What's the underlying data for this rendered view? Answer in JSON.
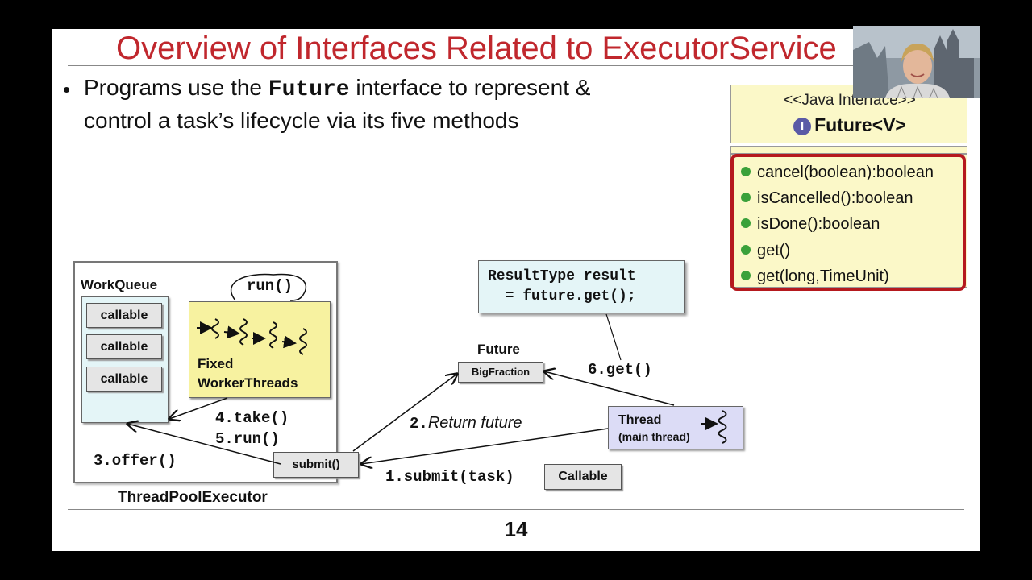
{
  "slide": {
    "title": "Overview of Interfaces Related to ExecutorService",
    "bullet_line1_pre": "Programs use the ",
    "bullet_line1_code": "Future",
    "bullet_line1_post": " interface to represent &",
    "bullet_line2": "control a task’s lifecycle via its five methods",
    "page_number": "14"
  },
  "uml": {
    "stereotype": "<<Java Interface>>",
    "icon_letter": "I",
    "name": "Future<V>",
    "methods": [
      "cancel(boolean):boolean",
      "isCancelled():boolean",
      "isDone():boolean",
      "get()",
      "get(long,TimeUnit)"
    ]
  },
  "diagram": {
    "work_queue_label": "WorkQueue",
    "callables": [
      "callable",
      "callable",
      "callable"
    ],
    "run_label": "run()",
    "fixed_line1": "Fixed",
    "fixed_line2": "WorkerThreads",
    "take_label": "4.take()",
    "run_step_label": "5.run()",
    "offer_label": "3.offer()",
    "submit_box": "submit()",
    "executor_label": "ThreadPoolExecutor",
    "future_label": "Future",
    "bigfraction_box": "BigFraction",
    "return_future_num": "2.",
    "return_future_text": "Return future",
    "result_line1": "ResultType result",
    "result_line2": "  = future.get();",
    "get_label": "6.get()",
    "thread_line1": "Thread",
    "thread_line2": "(main thread)",
    "submit_task_label": "1.submit(task)",
    "callable_box": "Callable"
  },
  "colors": {
    "title": "#c0272d",
    "uml_fill": "#fbf8c8",
    "uml_frame": "#b5191e",
    "method_dot": "#3aa13a",
    "work_queue_fill": "#e4f5f7",
    "worker_fill": "#f7f2a0",
    "thread_fill": "#dcdcf6"
  }
}
